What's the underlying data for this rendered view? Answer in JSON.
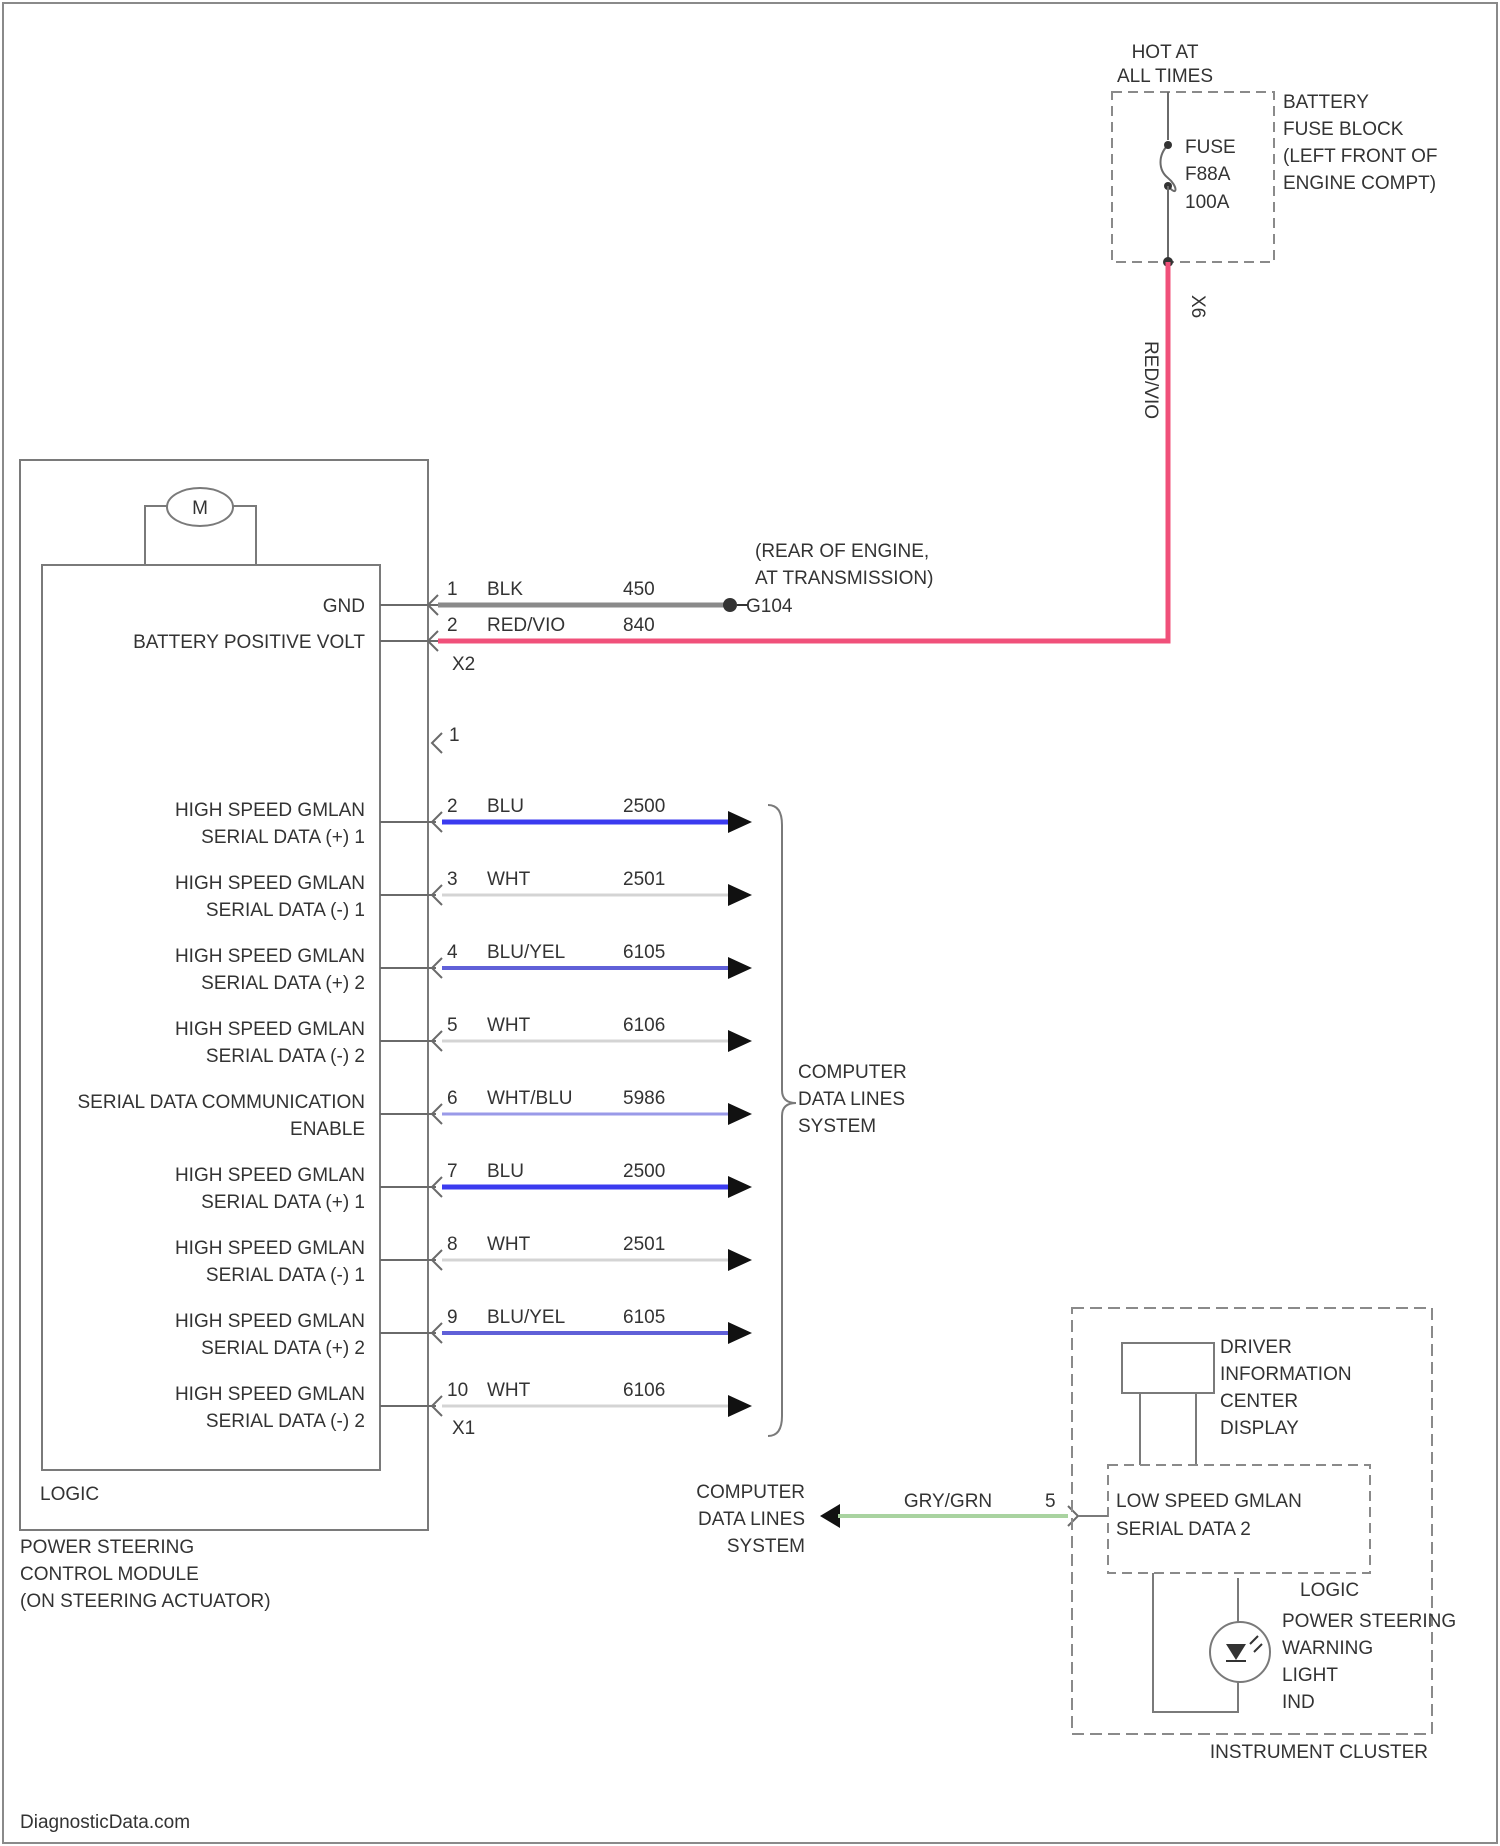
{
  "fuse_block": {
    "hot_line1": "HOT AT",
    "hot_line2": "ALL TIMES",
    "fuse_line1": "FUSE",
    "fuse_line2": "F88A",
    "fuse_line3": "100A",
    "label_line1": "BATTERY",
    "label_line2": "FUSE BLOCK",
    "label_line3": "(LEFT FRONT OF",
    "label_line4": "ENGINE COMPT)",
    "terminal": "X6",
    "wire_color": "RED/VIO"
  },
  "psm": {
    "motor_symbol": "M",
    "gnd_label": "GND",
    "batt_label": "BATTERY POSITIVE VOLT",
    "logic_label": "LOGIC",
    "connector_x2": "X2",
    "connector_x1": "X1",
    "name_line1": "POWER STEERING",
    "name_line2": "CONTROL MODULE",
    "name_line3": "(ON STEERING ACTUATOR)"
  },
  "power_wires": [
    {
      "pin": "1",
      "color": "BLK",
      "circuit": "450"
    },
    {
      "pin": "2",
      "color": "RED/VIO",
      "circuit": "840"
    }
  ],
  "ground": {
    "id": "G104",
    "note_line1": "(REAR OF ENGINE,",
    "note_line2": "AT TRANSMISSION)"
  },
  "unused_pin": "1",
  "data_pins": [
    {
      "pin": "2",
      "color": "BLU",
      "circuit": "2500",
      "label1": "HIGH SPEED GMLAN",
      "label2": "SERIAL DATA (+) 1"
    },
    {
      "pin": "3",
      "color": "WHT",
      "circuit": "2501",
      "label1": "HIGH SPEED GMLAN",
      "label2": "SERIAL DATA (-) 1"
    },
    {
      "pin": "4",
      "color": "BLU/YEL",
      "circuit": "6105",
      "label1": "HIGH SPEED GMLAN",
      "label2": "SERIAL DATA (+) 2"
    },
    {
      "pin": "5",
      "color": "WHT",
      "circuit": "6106",
      "label1": "HIGH SPEED GMLAN",
      "label2": "SERIAL DATA (-) 2"
    },
    {
      "pin": "6",
      "color": "WHT/BLU",
      "circuit": "5986",
      "label1": "SERIAL DATA COMMUNICATION",
      "label2": "ENABLE"
    },
    {
      "pin": "7",
      "color": "BLU",
      "circuit": "2500",
      "label1": "HIGH SPEED GMLAN",
      "label2": "SERIAL DATA (+) 1"
    },
    {
      "pin": "8",
      "color": "WHT",
      "circuit": "2501",
      "label1": "HIGH SPEED GMLAN",
      "label2": "SERIAL DATA (-) 1"
    },
    {
      "pin": "9",
      "color": "BLU/YEL",
      "circuit": "6105",
      "label1": "HIGH SPEED GMLAN",
      "label2": "SERIAL DATA (+) 2"
    },
    {
      "pin": "10",
      "color": "WHT",
      "circuit": "6106",
      "label1": "HIGH SPEED GMLAN",
      "label2": "SERIAL DATA (-) 2"
    }
  ],
  "data_lines_system": {
    "line1": "COMPUTER",
    "line2": "DATA LINES",
    "line3": "SYSTEM"
  },
  "lower_data_link": {
    "line1": "COMPUTER",
    "line2": "DATA LINES",
    "line3": "SYSTEM",
    "wire_color": "GRY/GRN",
    "pin": "5"
  },
  "instrument_cluster": {
    "dic_line1": "DRIVER",
    "dic_line2": "INFORMATION",
    "dic_line3": "CENTER",
    "dic_line4": "DISPLAY",
    "lsgm_line1": "LOW SPEED GMLAN",
    "lsgm_line2": "SERIAL DATA 2",
    "logic_label": "LOGIC",
    "lamp_line1": "POWER STEERING",
    "lamp_line2": "WARNING",
    "lamp_line3": "LIGHT",
    "lamp_line4": "IND",
    "name": "INSTRUMENT CLUSTER"
  },
  "watermark": "DiagnosticData.com",
  "colors": {
    "red_vio": "#f0507a",
    "blk": "#8a8a8a",
    "blu": "#3b3bef",
    "blu_yel": "#6060d8",
    "wht": "#d4d4d4",
    "wht_blu": "#9a9ae8",
    "gry_grn": "#a9d3a0",
    "outline": "#7a7a7a"
  }
}
